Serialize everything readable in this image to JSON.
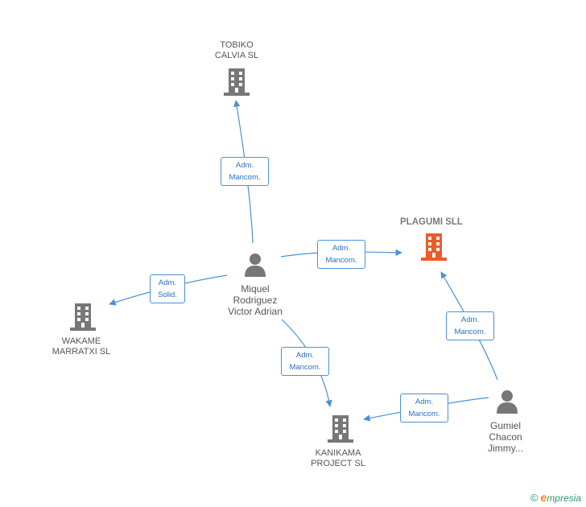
{
  "colors": {
    "company": "#777777",
    "focus_company": "#f05a2b",
    "person": "#777777",
    "edge": "#4a90d9"
  },
  "nodes": {
    "tobiko": {
      "type": "company",
      "icon": "building-icon",
      "lines": [
        "TOBIKO",
        "CALVIA SL"
      ]
    },
    "plagumi": {
      "type": "company",
      "icon": "building-icon",
      "focus": true,
      "lines": [
        "PLAGUMI SLL"
      ]
    },
    "wakame": {
      "type": "company",
      "icon": "building-icon",
      "lines": [
        "WAKAME",
        "MARRATXI SL"
      ]
    },
    "kanikama": {
      "type": "company",
      "icon": "building-icon",
      "lines": [
        "KANIKAMA",
        "PROJECT SL"
      ]
    },
    "miquel": {
      "type": "person",
      "icon": "person-icon",
      "lines": [
        "Miquel",
        "Rodriguez",
        "Victor Adrian"
      ]
    },
    "gumiel": {
      "type": "person",
      "icon": "person-icon",
      "lines": [
        "Gumiel",
        "Chacon",
        "Jimmy..."
      ]
    }
  },
  "edges": [
    {
      "id": "miquel-tobiko",
      "from": "miquel",
      "to": "tobiko",
      "lines": [
        "Adm.",
        "Mancom."
      ]
    },
    {
      "id": "miquel-plagumi",
      "from": "miquel",
      "to": "plagumi",
      "lines": [
        "Adm.",
        "Mancom."
      ]
    },
    {
      "id": "miquel-wakame",
      "from": "miquel",
      "to": "wakame",
      "lines": [
        "Adm.",
        "Solid."
      ]
    },
    {
      "id": "miquel-kanikama",
      "from": "miquel",
      "to": "kanikama",
      "lines": [
        "Adm.",
        "Mancom."
      ]
    },
    {
      "id": "gumiel-plagumi",
      "from": "gumiel",
      "to": "plagumi",
      "lines": [
        "Adm.",
        "Mancom."
      ]
    },
    {
      "id": "gumiel-kanikama",
      "from": "gumiel",
      "to": "kanikama",
      "lines": [
        "Adm.",
        "Mancom."
      ]
    }
  ],
  "brand": {
    "copyright": "©",
    "initial": "e",
    "name": "mpresia"
  }
}
